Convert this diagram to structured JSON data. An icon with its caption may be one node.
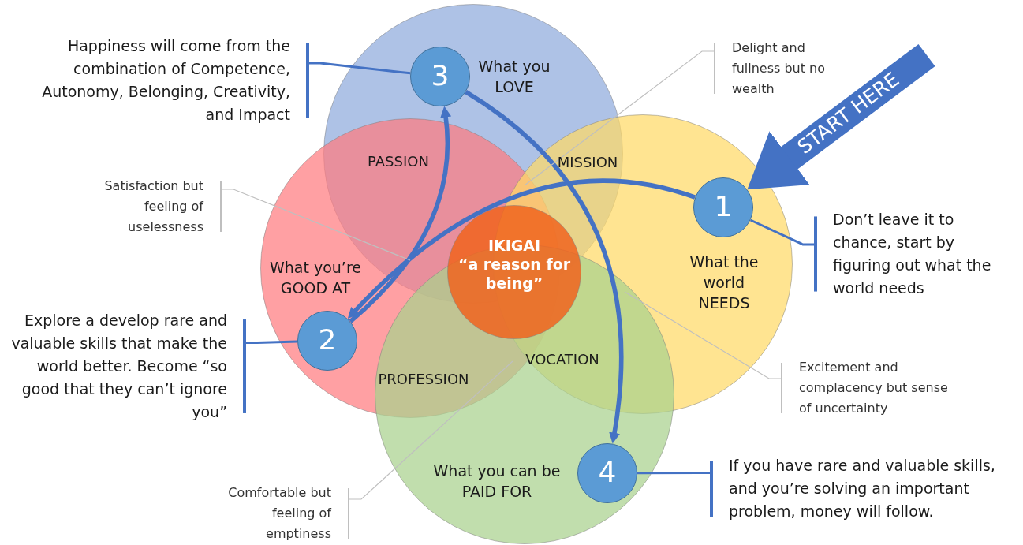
{
  "diagram": {
    "nodes": [
      {
        "text": [
          "What you LOVE"
        ]
      },
      {
        "text": [
          "What you’re GOOD AT"
        ]
      },
      {
        "text": [
          "What the world NEEDS"
        ]
      },
      {
        "text": [
          "What you can be PAID FOR"
        ]
      },
      {
        "text": [
          "IKIGAI",
          "“a reason for being”"
        ]
      },
      {
        "text": [
          "PASSION"
        ]
      },
      {
        "text": [
          "MISSION"
        ]
      },
      {
        "text": [
          "PROFESSION"
        ]
      },
      {
        "text": [
          "VOCATION"
        ]
      },
      {
        "text": [
          "3"
        ],
        "in": 0
      },
      {
        "text": [
          "1"
        ],
        "in": 2
      },
      {
        "text": [
          "2"
        ],
        "in": 1
      },
      {
        "text": [
          "4"
        ],
        "in": 3
      },
      {
        "text": [
          "Happiness will come from the combination of Competence, Autonomy, Belonging, Creativity, and Impact"
        ]
      },
      {
        "text": [
          "Delight and fullness but no wealth"
        ]
      },
      {
        "text": [
          "Satisfaction but feeling of uselessness"
        ]
      },
      {
        "text": [
          "Don’t leave it to chance, start by figuring out what the world needs"
        ]
      },
      {
        "text": [
          "Explore a develop rare and valuable skills that make the world better.  Become “so good that they can’t ignore you”"
        ]
      },
      {
        "text": [
          "Excitement and complacency but sense of uncertainty"
        ]
      },
      {
        "text": [
          "Comfortable but feeling of emptiness"
        ]
      },
      {
        "text": [
          "If you have rare and valuable skills, and you’re solving an important problem,  money will follow."
        ]
      }
    ],
    "edges": [
      {
        "from": 10,
        "to": 11,
        "arrow": "to",
        "style": "thick"
      },
      {
        "from": 11,
        "to": 9,
        "arrow": "to",
        "style": "thick"
      },
      {
        "from": 9,
        "to": 12,
        "arrow": "to",
        "style": "thick"
      },
      {
        "from": null,
        "to": 10,
        "arrow": "to",
        "style": "thick",
        "label": "START HERE"
      },
      {
        "from": 13,
        "to": 9,
        "arrow": "other"
      },
      {
        "from": 16,
        "to": 10,
        "arrow": "other"
      },
      {
        "from": 17,
        "to": 11,
        "arrow": "other"
      },
      {
        "from": 20,
        "to": 12,
        "arrow": "other"
      },
      {
        "from": 14,
        "to": 2,
        "arrow": "other",
        "color": "#bfbfbf"
      },
      {
        "from": 15,
        "to": null,
        "arrow": "other",
        "color": "#bfbfbf"
      },
      {
        "from": 18,
        "to": 3,
        "arrow": "other",
        "color": "#bfbfbf"
      },
      {
        "from": 19,
        "to": 3,
        "arrow": "other",
        "color": "#bfbfbf"
      }
    ]
  }
}
